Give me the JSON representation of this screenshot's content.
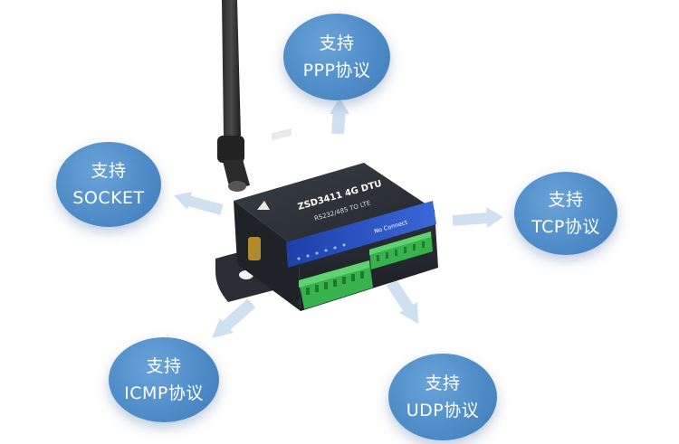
{
  "device": {
    "model": "ZSD3411 4G DTU",
    "subtitle": "RS232/485 TO LTE",
    "status": "No Connect"
  },
  "bubbles": {
    "ppp": {
      "line1": "支持",
      "line2": "PPP协议"
    },
    "socket": {
      "line1": "支持",
      "line2": "SOCKET"
    },
    "tcp": {
      "line1": "支持",
      "line2": "TCP协议"
    },
    "icmp": {
      "line1": "支持",
      "line2": "ICMP协议"
    },
    "udp": {
      "line1": "支持",
      "line2": "UDP协议"
    }
  },
  "colors": {
    "bubble": "#4f8cc8",
    "arrow": "#aecbe8",
    "device_body": "#2b2f36",
    "terminal": "#37b24d"
  }
}
